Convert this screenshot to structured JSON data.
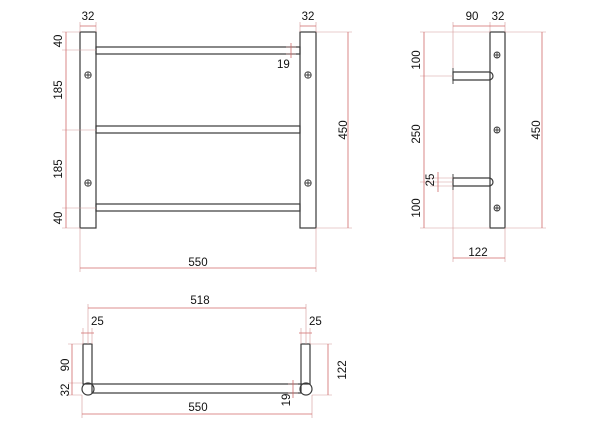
{
  "colors": {
    "outline": "#3a3a3a",
    "dimension_line": "#d06a6a",
    "background": "#ffffff"
  },
  "front_view": {
    "post_width_left": "32",
    "post_width_right": "32",
    "top_offset": "40",
    "upper_spacing": "185",
    "lower_spacing": "185",
    "bottom_offset": "40",
    "rail_diameter": "19",
    "overall_height": "450",
    "overall_width": "550"
  },
  "side_view": {
    "rail_projection": "90",
    "post_width": "32",
    "top_offset": "100",
    "rail_spacing": "250",
    "rail_diameter": "25",
    "bottom_offset": "100",
    "overall_height": "450",
    "overall_depth": "122"
  },
  "top_view": {
    "inner_width": "518",
    "left_post": "25",
    "right_post": "25",
    "rail_projection": "90",
    "rail_thickness": "32",
    "overall_depth": "122",
    "rail_diameter": "19",
    "overall_width": "550"
  }
}
